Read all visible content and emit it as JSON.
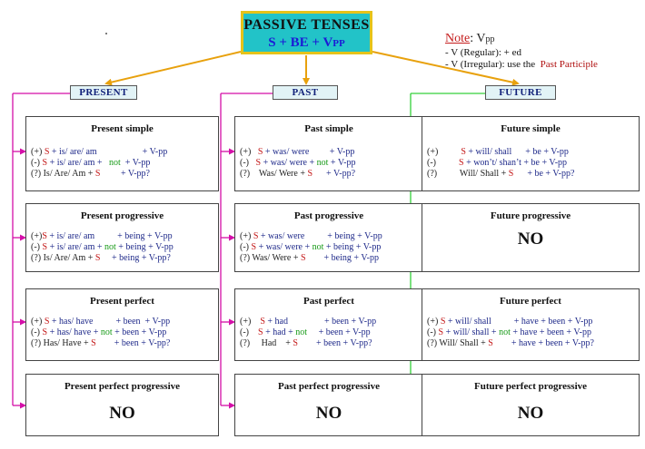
{
  "title": {
    "line1": "PASSIVE TENSES",
    "line2": "S + BE + V",
    "line2_sub": "PP"
  },
  "note": {
    "label": "Note",
    "symbol": "V",
    "symbol_sub": "pp",
    "regular": "- V (Regular):  + ed",
    "irregular_prefix": "- V (Irregular): use the",
    "irregular_term": "Past Participle"
  },
  "columns": [
    {
      "header": "PRESENT"
    },
    {
      "header": "PAST"
    },
    {
      "header": "FUTURE"
    }
  ],
  "colors": {
    "present_line": "#d40fa8",
    "past_line": "#d40fa8",
    "future_line": "#34d13a",
    "orange_arrow": "#e8a10d",
    "subject": "#c31515",
    "verb": "#1f2a8a",
    "not": "#179a17",
    "header_bg": "#e2f3f6",
    "title_bg": "#22c3c8",
    "title_border": "#e6c31a"
  },
  "cells": [
    {
      "id": "present-simple",
      "title": "Present simple",
      "lines": [
        [
          "(+) ",
          "S",
          " + is/ are/ am",
          "                    ",
          "+ V-pp"
        ],
        [
          "(-) ",
          "S",
          " + is/ are/ am +",
          "   not  ",
          "+ V-pp"
        ],
        [
          "(?) Is/ Are/ Am + ",
          "S",
          "         ",
          "+ V-pp?"
        ]
      ]
    },
    {
      "id": "past-simple",
      "title": "Past simple",
      "lines": [
        [
          "(+)   ",
          "S",
          " + was/ were",
          "         ",
          "+ V-pp"
        ],
        [
          "(-)   ",
          "S",
          " + was/ were +",
          " not ",
          "+ V-pp"
        ],
        [
          "(?)    Was/ Were + ",
          "S",
          "      ",
          "+ V-pp?"
        ]
      ]
    },
    {
      "id": "future-simple",
      "title": "Future simple",
      "lines": [
        [
          "(+)          ",
          "S",
          " + will/ shall",
          "      ",
          "+ be + V-pp"
        ],
        [
          "(-)          ",
          "S",
          " + won’t/ shan’t + be + V-pp"
        ],
        [
          "(?)          Will/ Shall + ",
          "S",
          "      ",
          "+ be + V-pp?"
        ]
      ]
    },
    {
      "id": "present-progressive",
      "title": "Present progressive",
      "lines": [
        [
          "(+)",
          "S",
          " + is/ are/ am",
          "          ",
          "+ being + V-pp"
        ],
        [
          "(-) ",
          "S",
          " + is/ are/ am + ",
          "not",
          " + being + V-pp"
        ],
        [
          "(?) Is/ Are/ Am + ",
          "S",
          "     ",
          "+ being + V-pp?"
        ]
      ]
    },
    {
      "id": "past-progressive",
      "title": "Past progressive",
      "lines": [
        [
          "(+) ",
          "S",
          " + was/ were",
          "          ",
          "+ being + V-pp"
        ],
        [
          "(-) ",
          "S",
          " + was/ were + ",
          "not",
          " + being + V-pp"
        ],
        [
          "(?) Was/ Were + ",
          "S",
          "        ",
          "+ being + V-pp"
        ]
      ]
    },
    {
      "id": "future-progressive",
      "title": "Future progressive",
      "no": "NO"
    },
    {
      "id": "present-perfect",
      "title": "Present perfect",
      "lines": [
        [
          "(+) ",
          "S",
          " + has/ have",
          "          ",
          "+ been  + V-pp"
        ],
        [
          "(-) ",
          "S",
          " + has/ have + ",
          "not",
          " + been + V-pp"
        ],
        [
          "(?) Has/ Have + ",
          "S",
          "        ",
          "+ been + V-pp?"
        ]
      ]
    },
    {
      "id": "past-perfect",
      "title": "Past perfect",
      "lines": [
        [
          "(+)    ",
          "S",
          " + had",
          "                ",
          "+ been + V-pp"
        ],
        [
          "(-)    ",
          "S",
          " + had + ",
          "not",
          "     + been + V-pp"
        ],
        [
          "(?)     Had    + ",
          "S",
          "        ",
          "+ been + V-pp?"
        ]
      ]
    },
    {
      "id": "future-perfect",
      "title": "Future perfect",
      "lines": [
        [
          "(+) ",
          "S",
          " + will/ shall",
          "          ",
          "+ have + been + V-pp"
        ],
        [
          "(-) ",
          "S",
          " + will/ shall + ",
          "not",
          " + have + been + V-pp"
        ],
        [
          "(?) Will/ Shall + ",
          "S",
          "        ",
          "+ have + been + V-pp?"
        ]
      ]
    },
    {
      "id": "present-perfect-progressive",
      "title": "Present perfect progressive",
      "no": "NO"
    },
    {
      "id": "past-perfect-progressive",
      "title": "Past perfect progressive",
      "no": "NO"
    },
    {
      "id": "future-perfect-progressive",
      "title": "Future perfect progressive",
      "no": "NO"
    }
  ]
}
